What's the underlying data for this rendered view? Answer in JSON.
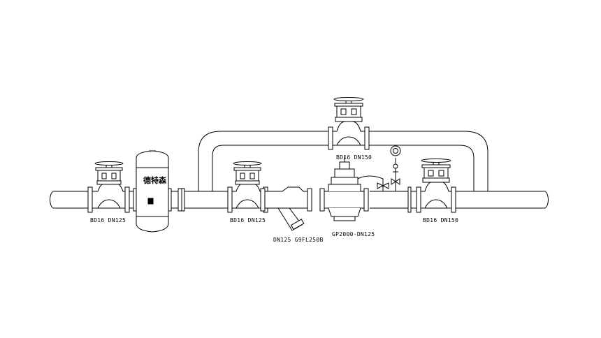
{
  "labels": {
    "valve_left": "BD16  DN125",
    "valve_middle": "BD16  DN125",
    "valve_bypass": "BD16  DN150",
    "valve_right": "BD16  DN150",
    "strainer": "DN125  G9FL250B",
    "regulator": "GP2000-DN125",
    "separator_brand": "德特森"
  }
}
